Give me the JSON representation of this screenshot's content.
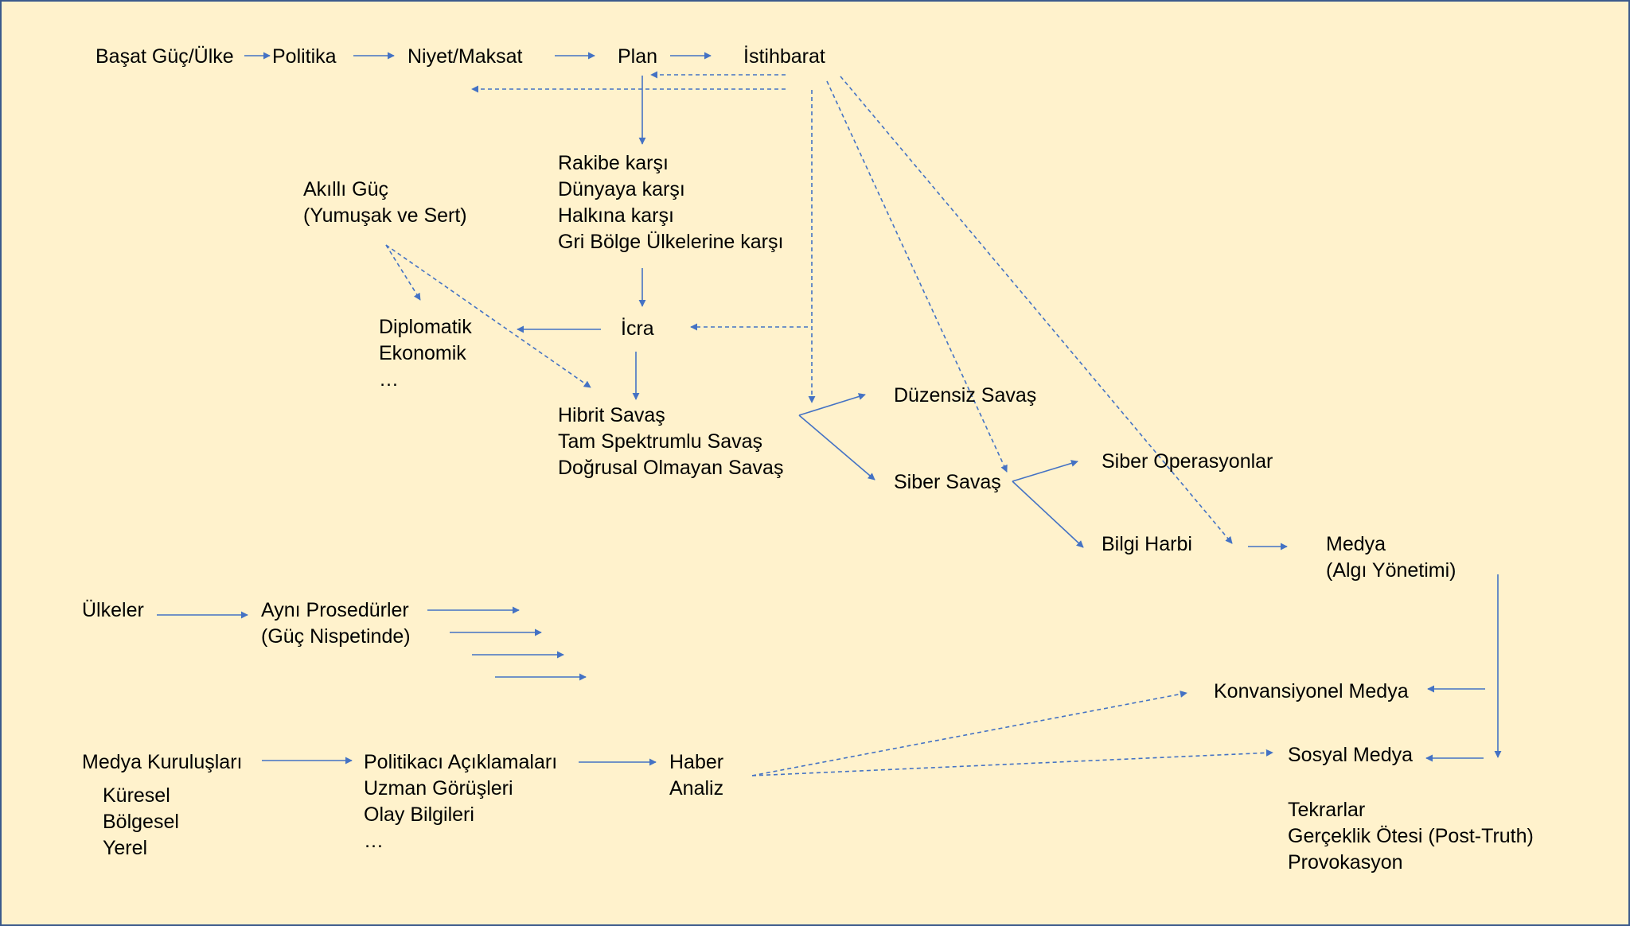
{
  "colors": {
    "background": "#fff2cc",
    "arrow": "#4472c4",
    "border": "#3a5a8c",
    "text": "#000000"
  },
  "nodes": {
    "basat_guc": {
      "lines": [
        "Başat Güç/Ülke"
      ]
    },
    "politika": {
      "lines": [
        "Politika"
      ]
    },
    "niyet": {
      "lines": [
        "Niyet/Maksat"
      ]
    },
    "plan": {
      "lines": [
        "Plan"
      ]
    },
    "istihbarat": {
      "lines": [
        "İstihbarat"
      ]
    },
    "hedefler": {
      "lines": [
        "Rakibe karşı",
        "Dünyaya karşı",
        "Halkına karşı",
        "Gri Bölge Ülkelerine karşı"
      ]
    },
    "akilli_guc": {
      "lines": [
        "Akıllı Güç",
        "(Yumuşak ve Sert)"
      ]
    },
    "araclar": {
      "lines": [
        "Diplomatik",
        "Ekonomik",
        "…"
      ]
    },
    "icra": {
      "lines": [
        "İcra"
      ]
    },
    "savas_turleri": {
      "lines": [
        "Hibrit Savaş",
        "Tam Spektrumlu Savaş",
        "Doğrusal Olmayan Savaş"
      ]
    },
    "duzensiz_savas": {
      "lines": [
        "Düzensiz Savaş"
      ]
    },
    "siber_savas": {
      "lines": [
        "Siber Savaş"
      ]
    },
    "siber_operasyonlar": {
      "lines": [
        "Siber Operasyonlar"
      ]
    },
    "bilgi_harbi": {
      "lines": [
        "Bilgi Harbi"
      ]
    },
    "medya": {
      "lines": [
        "Medya",
        "(Algı Yönetimi)"
      ]
    },
    "ulkeler": {
      "lines": [
        "Ülkeler"
      ]
    },
    "ayni_prosedurler": {
      "lines": [
        "Aynı Prosedürler",
        "(Güç Nispetinde)"
      ]
    },
    "konvansiyonel_medya": {
      "lines": [
        "Konvansiyonel Medya"
      ]
    },
    "sosyal_medya": {
      "lines": [
        "Sosyal Medya"
      ]
    },
    "medya_kuruluslari": {
      "lines": [
        "Medya Kuruluşları"
      ]
    },
    "olcekler": {
      "lines": [
        "Küresel",
        "Bölgesel",
        "Yerel"
      ]
    },
    "kaynaklar": {
      "lines": [
        "Politikacı Açıklamaları",
        "Uzman Görüşleri",
        "Olay Bilgileri",
        "…"
      ]
    },
    "haber_analiz": {
      "lines": [
        "Haber",
        "Analiz"
      ]
    },
    "teknikler": {
      "lines": [
        "Tekrarlar",
        "Gerçeklik Ötesi (Post-Truth)",
        "Provokasyon"
      ]
    }
  },
  "edges": [
    {
      "from": "basat_guc",
      "to": "politika",
      "style": "solid"
    },
    {
      "from": "politika",
      "to": "niyet",
      "style": "solid"
    },
    {
      "from": "niyet",
      "to": "plan",
      "style": "solid"
    },
    {
      "from": "plan",
      "to": "istihbarat",
      "style": "solid"
    },
    {
      "from": "istihbarat",
      "to": "plan",
      "style": "dashed"
    },
    {
      "from": "istihbarat",
      "to": "niyet",
      "style": "dashed"
    },
    {
      "from": "plan",
      "to": "hedefler",
      "style": "solid"
    },
    {
      "from": "hedefler",
      "to": "icra",
      "style": "solid"
    },
    {
      "from": "istihbarat",
      "to": "icra",
      "style": "dashed"
    },
    {
      "from": "istihbarat",
      "to": "savas_turleri",
      "style": "dashed"
    },
    {
      "from": "istihbarat",
      "to": "siber_savas",
      "style": "dashed"
    },
    {
      "from": "istihbarat",
      "to": "bilgi_harbi",
      "style": "dashed"
    },
    {
      "from": "icra",
      "to": "araclar",
      "style": "solid"
    },
    {
      "from": "icra",
      "to": "savas_turleri",
      "style": "solid"
    },
    {
      "from": "akilli_guc",
      "to": "araclar",
      "style": "dashed"
    },
    {
      "from": "akilli_guc",
      "to": "savas_turleri",
      "style": "dashed"
    },
    {
      "from": "savas_turleri",
      "to": "duzensiz_savas",
      "style": "solid"
    },
    {
      "from": "savas_turleri",
      "to": "siber_savas",
      "style": "solid"
    },
    {
      "from": "siber_savas",
      "to": "siber_operasyonlar",
      "style": "solid"
    },
    {
      "from": "siber_savas",
      "to": "bilgi_harbi",
      "style": "solid"
    },
    {
      "from": "bilgi_harbi",
      "to": "medya",
      "style": "solid"
    },
    {
      "from": "medya",
      "to": "sosyal_medya",
      "style": "solid"
    },
    {
      "from": "medya",
      "to": "konvansiyonel_medya",
      "style": "solid"
    },
    {
      "from": "medya",
      "to": "sosyal_medya",
      "style": "solid"
    },
    {
      "from": "ulkeler",
      "to": "ayni_prosedurler",
      "style": "solid"
    },
    {
      "from": "ayni_prosedurler",
      "to": "",
      "style": "solid"
    },
    {
      "from": "ayni_prosedurler",
      "to": "",
      "style": "solid"
    },
    {
      "from": "ayni_prosedurler",
      "to": "",
      "style": "solid"
    },
    {
      "from": "ayni_prosedurler",
      "to": "",
      "style": "solid"
    },
    {
      "from": "medya_kuruluslari",
      "to": "kaynaklar",
      "style": "solid"
    },
    {
      "from": "kaynaklar",
      "to": "haber_analiz",
      "style": "solid"
    },
    {
      "from": "haber_analiz",
      "to": "konvansiyonel_medya",
      "style": "dashed"
    },
    {
      "from": "haber_analiz",
      "to": "sosyal_medya",
      "style": "dashed"
    }
  ]
}
